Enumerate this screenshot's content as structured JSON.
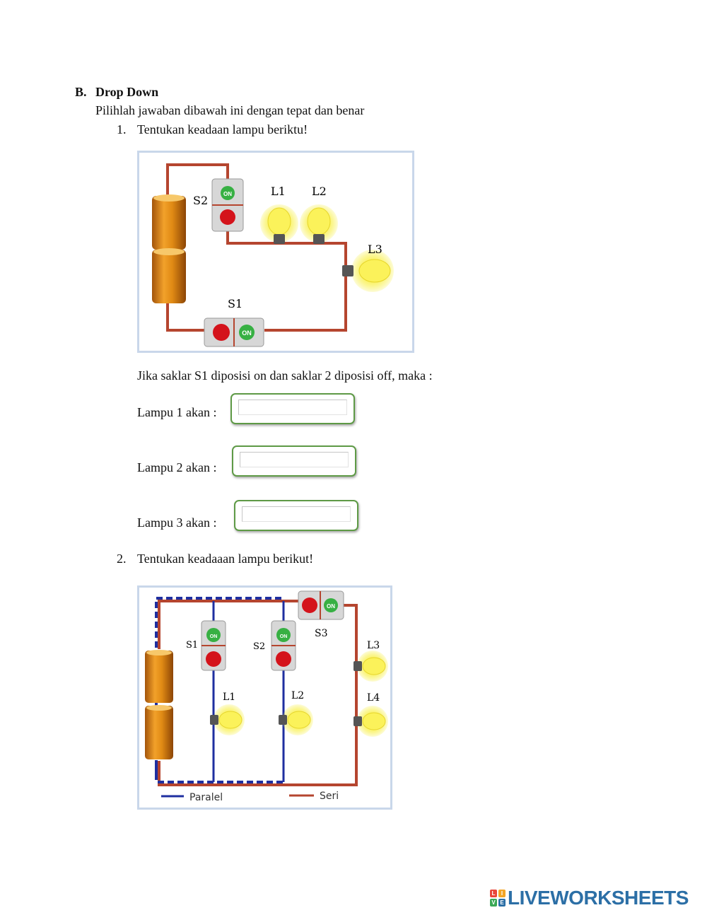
{
  "section": {
    "marker": "B.",
    "title": "Drop Down",
    "instruction": "Pilihlah jawaban dibawah ini dengan tepat dan benar"
  },
  "question1": {
    "number": "1.",
    "text": "Tentukan keadaan lampu beriktu!",
    "figure_labels": {
      "s2": "S2",
      "s1": "S1",
      "l1": "L1",
      "l2": "L2",
      "l3": "L3",
      "on": "ON"
    },
    "condition": "Jika saklar S1 diposisi on dan saklar 2 diposisi off, maka :",
    "answers": [
      {
        "label": "Lampu 1 akan :",
        "value": ""
      },
      {
        "label": "Lampu 2 akan :",
        "value": ""
      },
      {
        "label": "Lampu 3 akan :",
        "value": ""
      }
    ]
  },
  "question2": {
    "number": "2.",
    "text": "Tentukan keadaaan lampu berikut!",
    "figure_labels": {
      "s1": "S1",
      "s2": "S2",
      "s3": "S3",
      "l1": "L1",
      "l2": "L2",
      "l3": "L3",
      "l4": "L4",
      "on": "ON",
      "paralel": "Paralel",
      "seri": "Seri"
    }
  },
  "footer": {
    "brand": "LIVEWORKSHEETS",
    "blocks": [
      "L",
      "I",
      "V",
      "E"
    ]
  },
  "colors": {
    "wire_series": "#b5452f",
    "wire_parallel": "#1f2fa0",
    "battery": "#e08a14",
    "bulb": "#f6ee3a",
    "dropdown_border": "#5e9a46",
    "brand": "#2c6fa6"
  }
}
